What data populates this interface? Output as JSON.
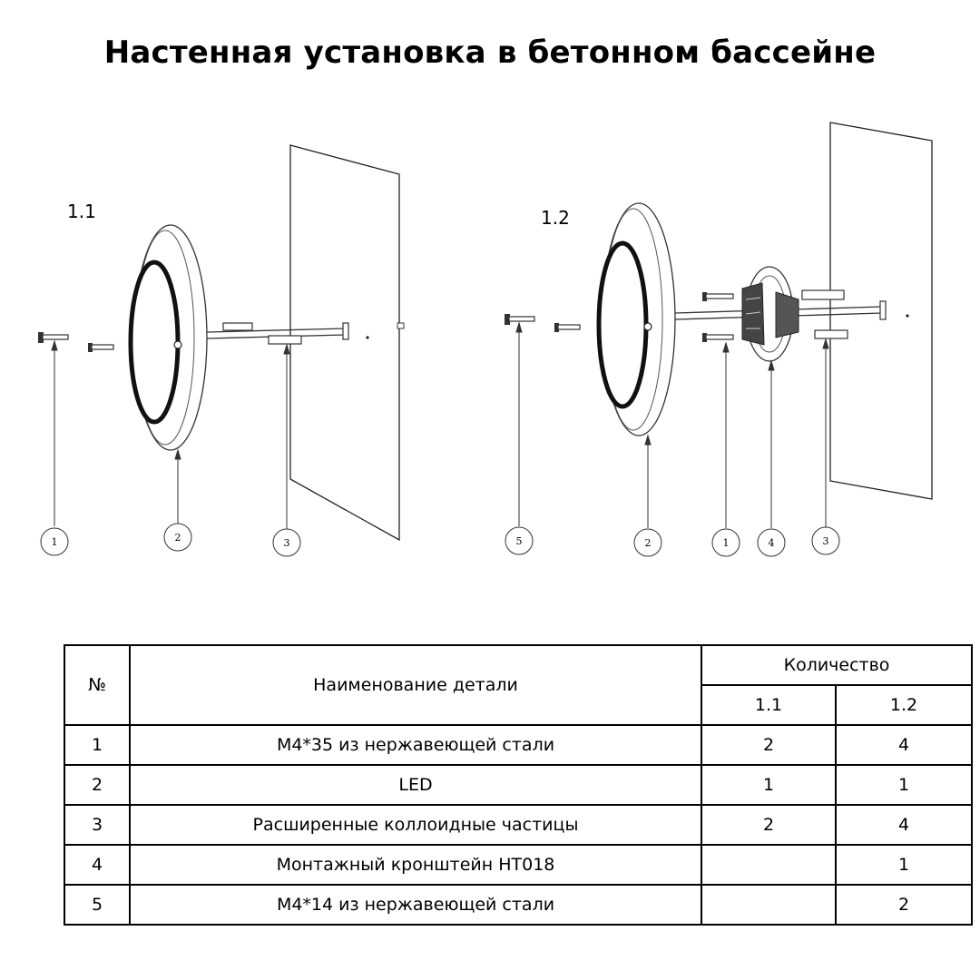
{
  "title": "Настенная установка в бетонном бассейне",
  "figures": [
    {
      "label": "1.1",
      "callouts": [
        "1",
        "2",
        "3"
      ]
    },
    {
      "label": "1.2",
      "callouts": [
        "5",
        "2",
        "1",
        "4",
        "3"
      ]
    }
  ],
  "table": {
    "headers": {
      "num": "№",
      "name": "Наименование детали",
      "quantity": "Количество",
      "q1": "1.1",
      "q2": "1.2"
    },
    "rows": [
      {
        "num": "1",
        "name": "M4*35 из нержавеющей стали",
        "q1": "2",
        "q2": "4"
      },
      {
        "num": "2",
        "name": "LED",
        "q1": "1",
        "q2": "1"
      },
      {
        "num": "3",
        "name": "Расширенные коллоидные частицы",
        "q1": "2",
        "q2": "4"
      },
      {
        "num": "4",
        "name": "Монтажный кронштейн HT018",
        "q1": "",
        "q2": "1"
      },
      {
        "num": "5",
        "name": "M4*14 из нержавеющей стали",
        "q1": "",
        "q2": "2"
      }
    ]
  }
}
